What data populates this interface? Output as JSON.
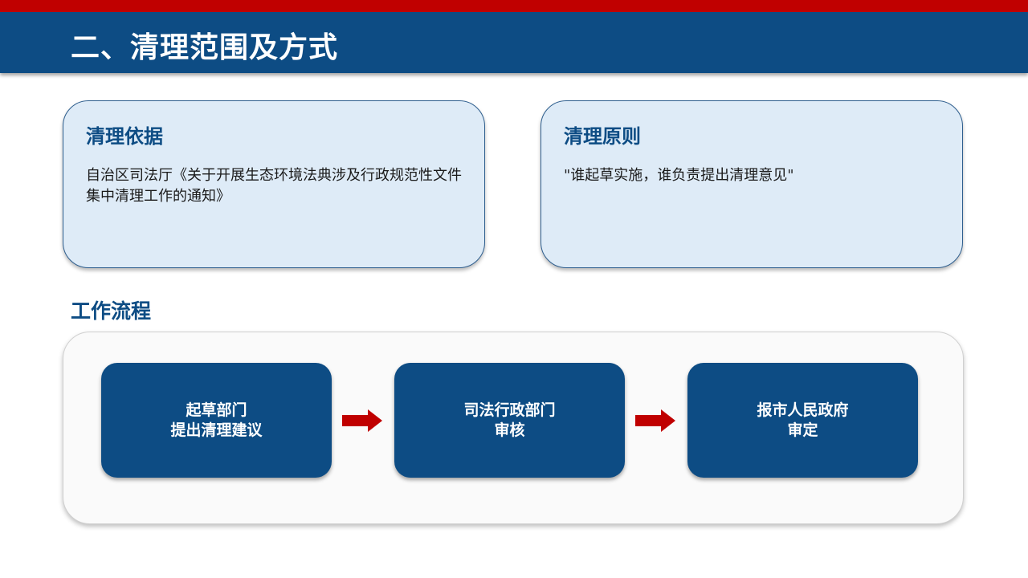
{
  "header": {
    "title": "二、清理范围及方式",
    "colors": {
      "red_strip": "#c00000",
      "bar": "#0d4c84"
    }
  },
  "cards": [
    {
      "title": "清理依据",
      "body": "自治区司法厅《关于开展生态环境法典涉及行政规范性文件集中清理工作的通知》"
    },
    {
      "title": "清理原则",
      "body": "\"谁起草实施，谁负责提出清理意见\""
    }
  ],
  "workflow": {
    "title": "工作流程",
    "steps": [
      {
        "line1": "起草部门",
        "line2": "提出清理建议"
      },
      {
        "line1": "司法行政部门",
        "line2": "审核"
      },
      {
        "line1": "报市人民政府",
        "line2": "审定"
      }
    ],
    "arrow_icon": "right-arrow-icon",
    "arrow_color": "#c00000",
    "step_color": "#0d4c84"
  }
}
